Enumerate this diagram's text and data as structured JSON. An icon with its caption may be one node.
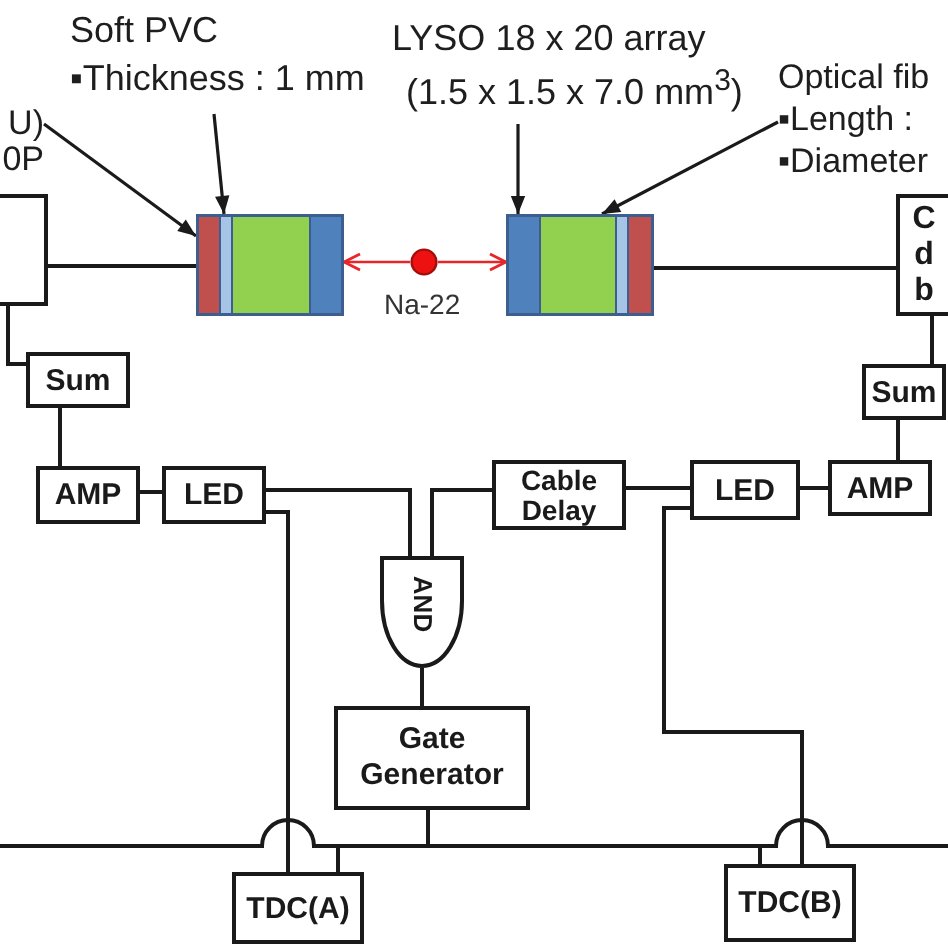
{
  "diagram": {
    "nodes": [
      {
        "text": [
          "U) 0P"
        ]
      },
      {
        "text": [
          "Soft PVC",
          "▪Thickness : 1 mm"
        ]
      },
      {
        "text": [
          "LYSO 18 x 20 array",
          "(1.5 x 1.5 x 7.0 mm$^{3}$)"
        ]
      },
      {
        "text": [
          "Optical fib",
          "▪Length :",
          "▪Diameter"
        ]
      },
      {
        "text": [],
        "shape": "box"
      },
      {
        "text": [],
        "shape": "box"
      },
      {
        "text": [],
        "shape": "circle",
        "beside": [
          "Na-22"
        ]
      },
      {
        "text": [],
        "shape": "box"
      },
      {
        "text": [
          "C d b"
        ]
      },
      {
        "text": [
          "Sum"
        ]
      },
      {
        "text": [
          "Sum"
        ]
      },
      {
        "text": [
          "AMP"
        ]
      },
      {
        "text": [
          "LED"
        ]
      },
      {
        "text": [
          "Cable Delay"
        ]
      },
      {
        "text": [
          "LED"
        ]
      },
      {
        "text": [
          "AMP"
        ]
      },
      {
        "text": [
          "AND"
        ]
      },
      {
        "text": [
          "Gate Generator"
        ]
      },
      {
        "text": [
          "TDC(A)"
        ]
      },
      {
        "text": [
          "TDC(B)"
        ]
      }
    ],
    "edges": [
      {
        "from": 0,
        "to": 5,
        "arrow": "to"
      },
      {
        "from": 1,
        "to": 5,
        "arrow": "to"
      },
      {
        "from": 2,
        "to": 7,
        "arrow": "to"
      },
      {
        "from": 3,
        "to": 7,
        "arrow": "to"
      },
      {
        "from": 6,
        "to": 5,
        "arrow": "to",
        "color": "#e8262a"
      },
      {
        "from": 6,
        "to": 7,
        "arrow": "to",
        "color": "#e8262a"
      },
      {
        "from": 4,
        "to": 5,
        "arrow": "none"
      },
      {
        "from": 7,
        "to": 8,
        "arrow": "none"
      },
      {
        "from": 4,
        "to": 9,
        "arrow": "none"
      },
      {
        "from": 8,
        "to": 10,
        "arrow": "none"
      },
      {
        "from": 9,
        "to": 11,
        "arrow": "none"
      },
      {
        "from": 10,
        "to": 15,
        "arrow": "none"
      },
      {
        "from": 11,
        "to": 12,
        "arrow": "none"
      },
      {
        "from": 15,
        "to": 14,
        "arrow": "none"
      },
      {
        "from": 12,
        "to": 16,
        "arrow": "none"
      },
      {
        "from": 14,
        "to": 13,
        "arrow": "none"
      },
      {
        "from": 13,
        "to": 16,
        "arrow": "none"
      },
      {
        "from": 16,
        "to": 17,
        "arrow": "none"
      },
      {
        "from": 14,
        "to": 19,
        "arrow": "none"
      },
      {
        "from": 12,
        "to": 18,
        "arrow": "none"
      },
      {
        "from": 17,
        "to": 18,
        "arrow": "none"
      },
      {
        "from": 17,
        "to": 19,
        "arrow": "none"
      },
      {
        "from": 17,
        "to": null,
        "arrow": "none"
      },
      {
        "from": 17,
        "to": null,
        "arrow": "none"
      }
    ]
  }
}
